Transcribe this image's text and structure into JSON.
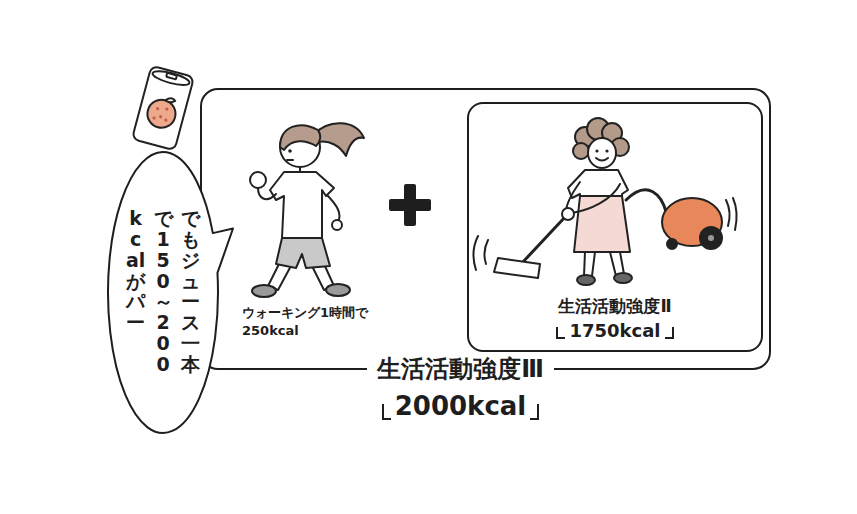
{
  "diagram": {
    "nodes": [
      {
        "text": [
          "生活活動強度Ⅲ",
          "2000kcal"
        ]
      },
      {
        "text": [
          "生活活動強度Ⅱ",
          "1750kcal"
        ],
        "in": 0
      },
      {
        "text": [
          "でもジュース一本で150～200kcalがパー"
        ]
      }
    ],
    "labels": [
      "ウォーキング1時間で 250kcal"
    ]
  }
}
